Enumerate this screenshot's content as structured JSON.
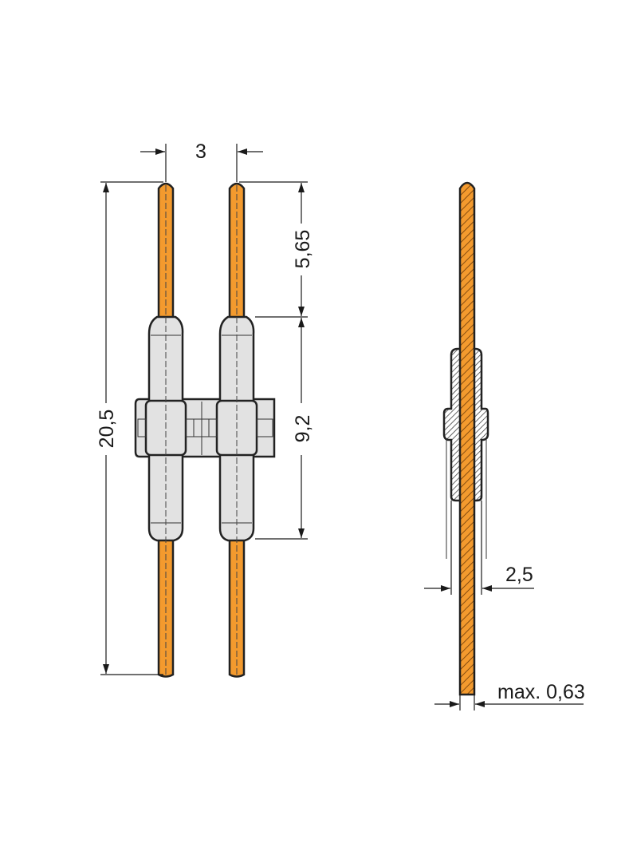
{
  "colors": {
    "pin": "#F39A2E",
    "housing": "#E2E2E2",
    "outline": "#222222"
  },
  "dimensions": {
    "pitch": "3",
    "total_length": "20,5",
    "pin_top_length": "5,65",
    "housing_length": "9,2",
    "housing_thickness": "2,5",
    "pin_thickness": "max. 0,63"
  }
}
